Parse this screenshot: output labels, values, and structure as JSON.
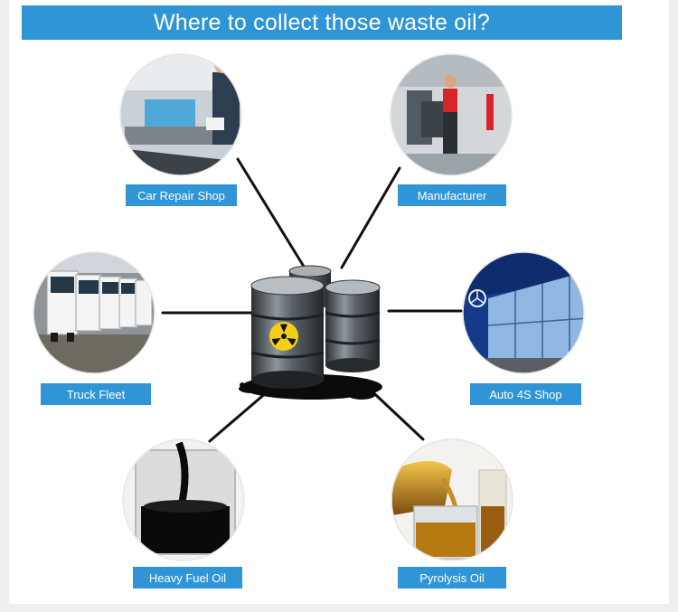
{
  "title": "Where to collect those waste oil?",
  "colors": {
    "title_bg": "#2f95d6",
    "label_bg": "#2f95d6",
    "connector": "#111111"
  },
  "center": {
    "icon": "radioactive-oil-barrels-icon"
  },
  "sources": [
    {
      "label": "Car Repair Shop",
      "icon": "mechanic-workshop-icon"
    },
    {
      "label": "Manufacturer",
      "icon": "factory-worker-icon"
    },
    {
      "label": "Truck Fleet",
      "icon": "truck-fleet-icon"
    },
    {
      "label": "Auto 4S Shop",
      "icon": "car-dealership-icon"
    },
    {
      "label": "Heavy Fuel Oil",
      "icon": "black-oil-beaker-icon"
    },
    {
      "label": "Pyrolysis Oil",
      "icon": "amber-oil-pour-icon"
    }
  ]
}
